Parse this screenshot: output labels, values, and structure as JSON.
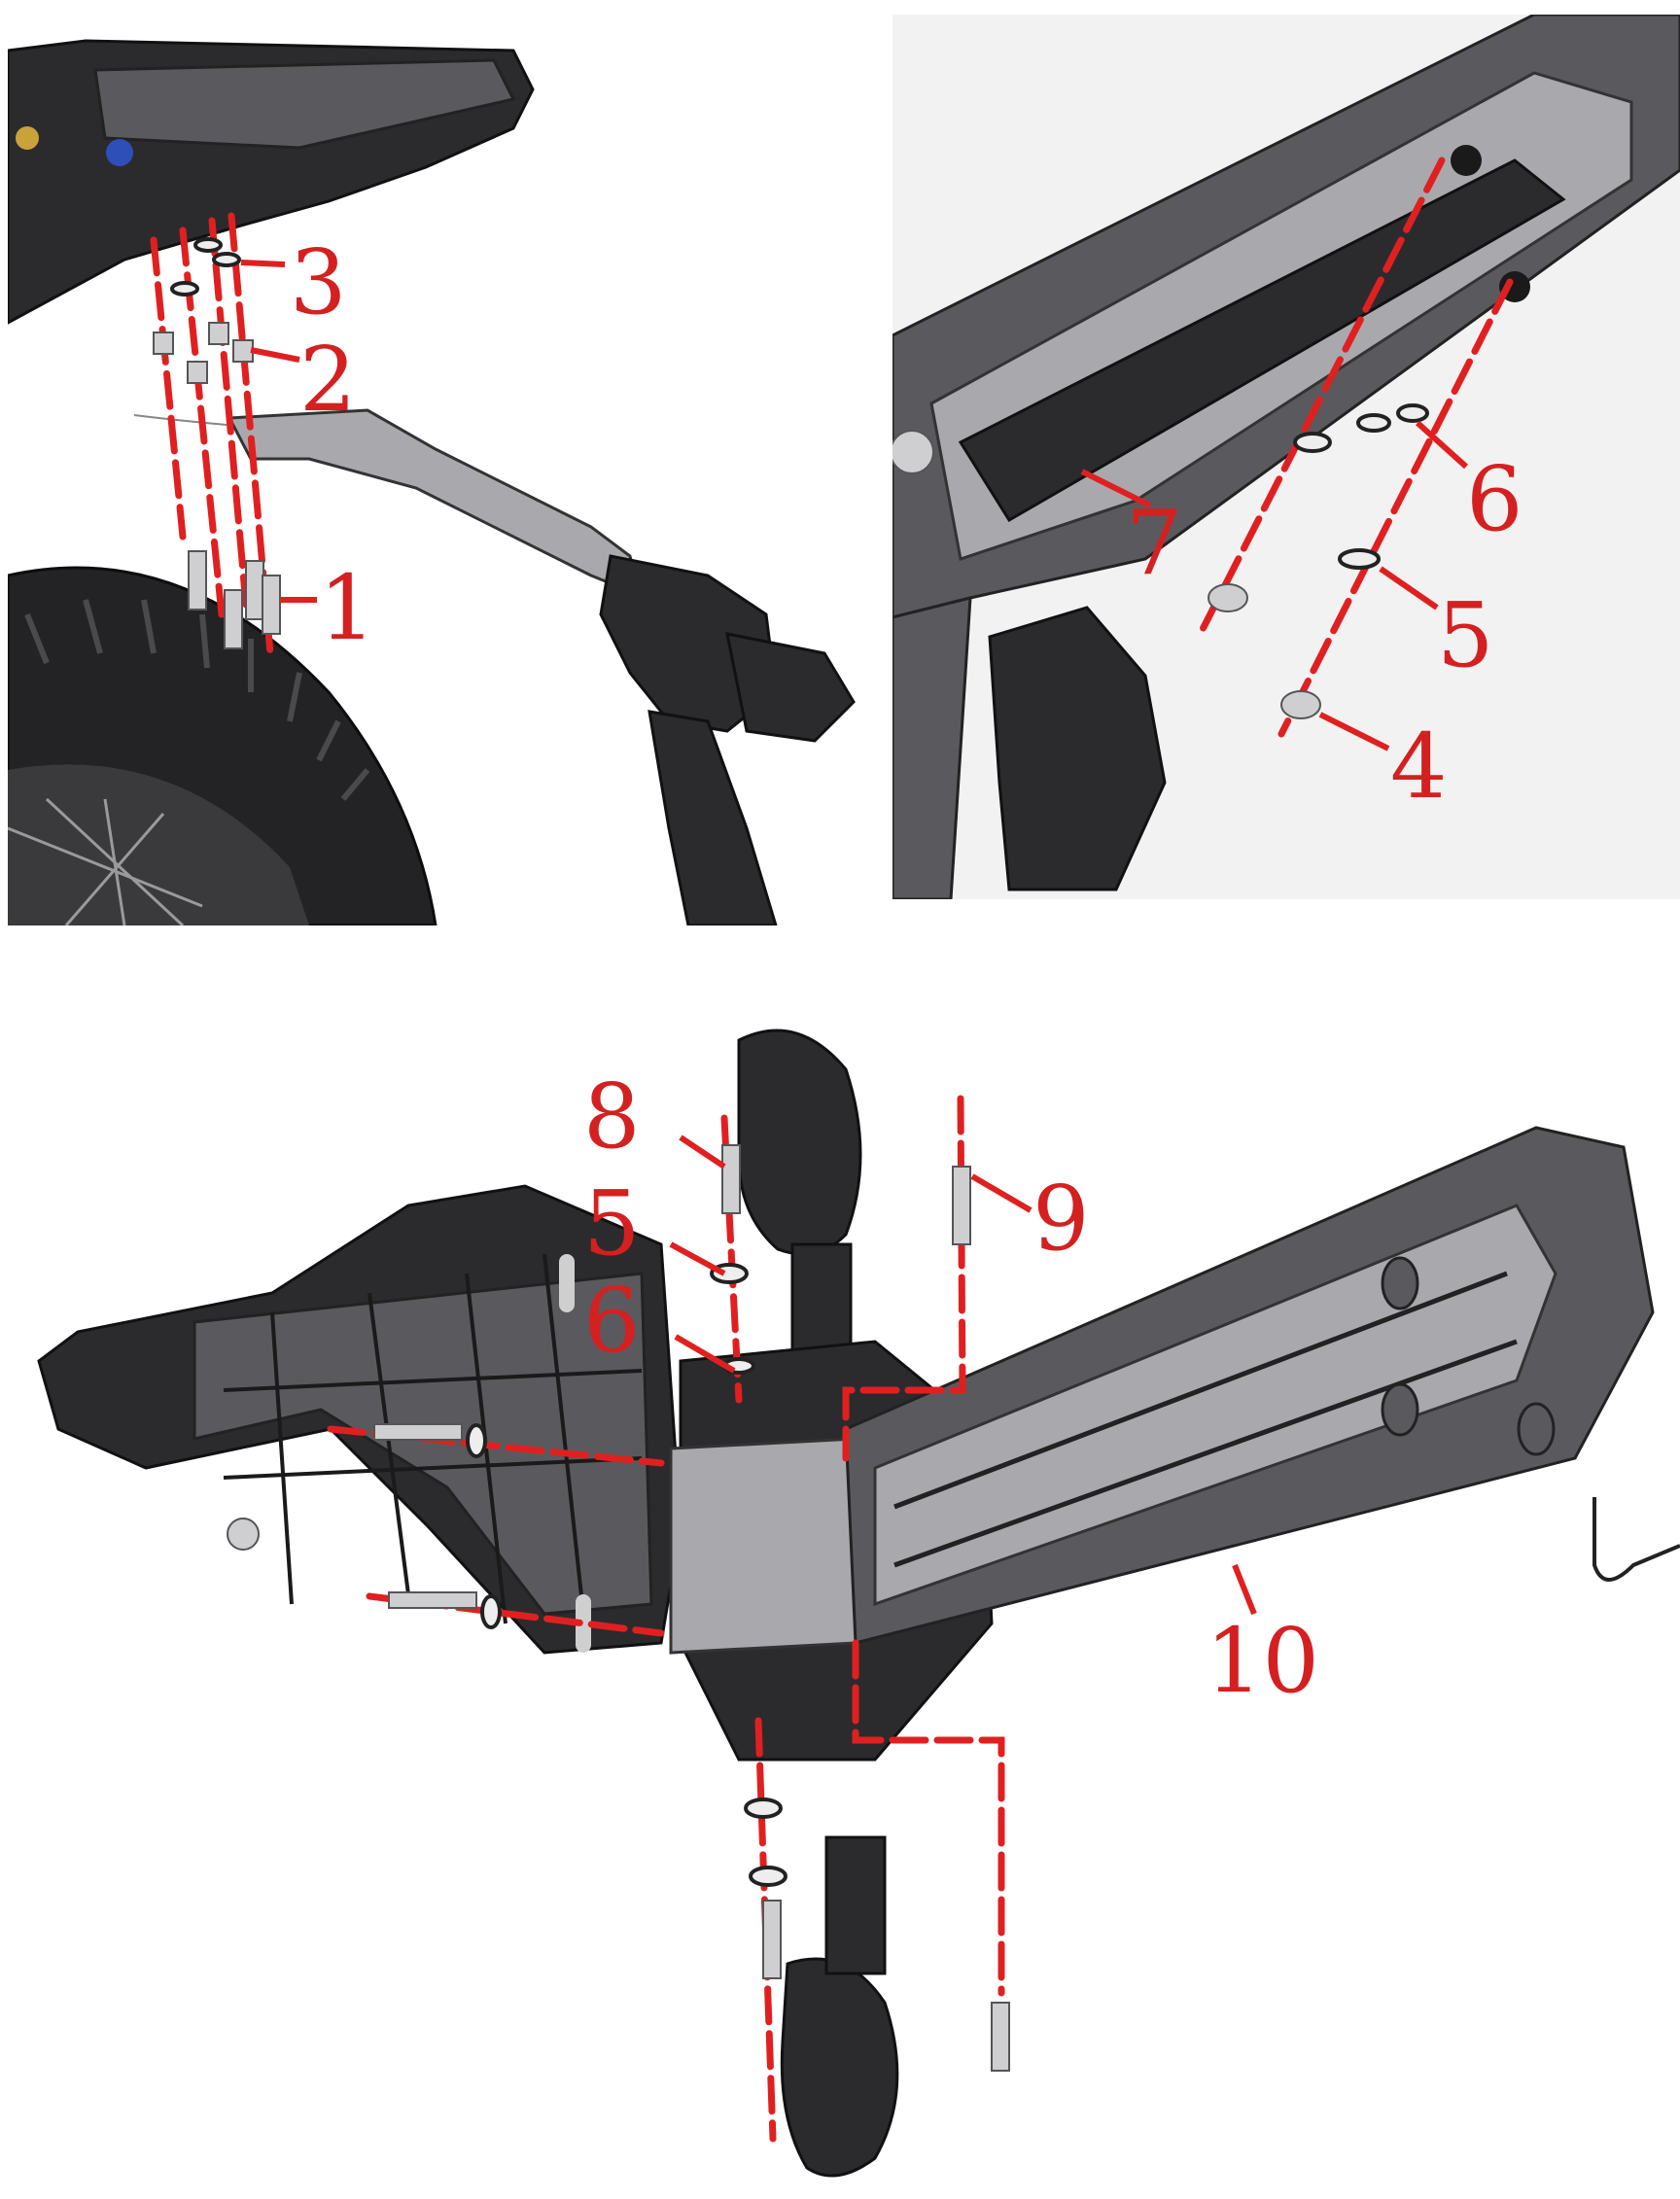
{
  "callouts": {
    "a": [
      "3",
      "2",
      "1"
    ],
    "b": [
      "6",
      "7",
      "5",
      "4"
    ],
    "c": [
      "8",
      "5",
      "6",
      "9",
      "10"
    ]
  }
}
